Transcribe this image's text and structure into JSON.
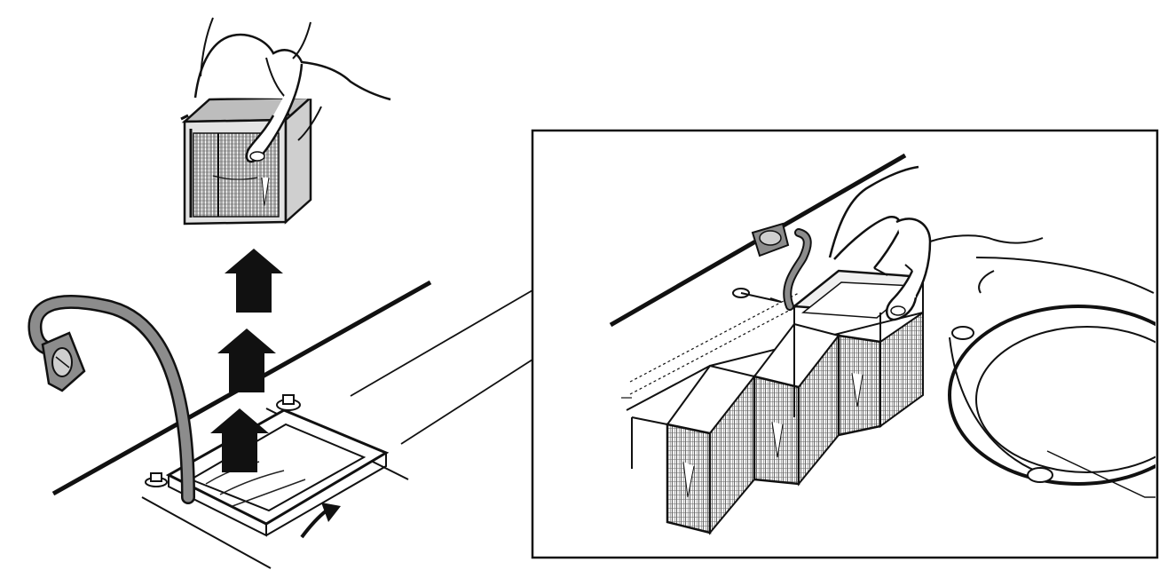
{
  "diagram": {
    "left_scene": {
      "steps": [
        {
          "id": "lift-arrow-1"
        },
        {
          "id": "lift-arrow-2"
        },
        {
          "id": "lift-arrow-3"
        }
      ],
      "objects": [
        "filter-cartridge",
        "hand",
        "cable",
        "filter-housing",
        "rotate-arrow"
      ]
    },
    "inset": {
      "objects": [
        "hand",
        "cable",
        "filter-cartridges",
        "fan-duct"
      ]
    }
  },
  "colors": {
    "ink": "#111111",
    "cable_fill": "#8c8c8c",
    "cartridge_face": "#bdbdbd",
    "background": "#ffffff"
  }
}
